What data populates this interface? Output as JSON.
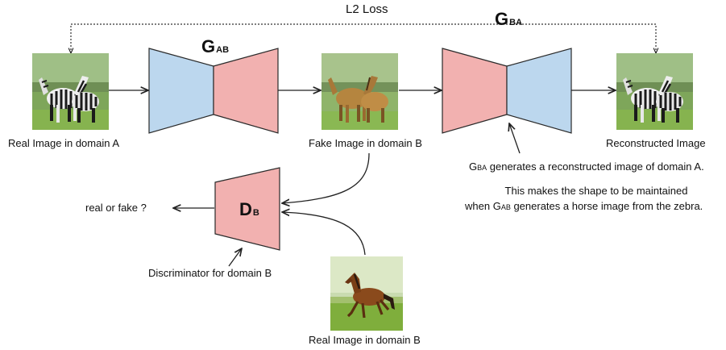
{
  "loss_label": "L2 Loss",
  "generator_ab": {
    "letter": "G",
    "subscript": "AB"
  },
  "generator_ba": {
    "letter": "G",
    "subscript": "BA"
  },
  "discriminator": {
    "letter": "D",
    "subscript": "B",
    "caption": "Discriminator for domain B"
  },
  "images": {
    "real_a": {
      "caption": "Real Image in domain A"
    },
    "fake_b": {
      "caption": "Fake Image in domain B"
    },
    "reconstructed": {
      "caption": "Reconstructed Image"
    },
    "real_b": {
      "caption": "Real Image in domain B"
    }
  },
  "output_label": "real or fake ?",
  "note": {
    "line1_prefix": "G",
    "line1_sub": "BA",
    "line1_rest": " generates a reconstructed image of domain A.",
    "line2": "This makes the shape to be maintained",
    "line3_prefix": "when G",
    "line3_sub": "AB",
    "line3_rest": " generates a horse image from the zebra."
  },
  "colors": {
    "encoder_blue": "#bcd7ee",
    "decoder_red": "#f2b1b0",
    "outline": "#2a2a2a"
  }
}
